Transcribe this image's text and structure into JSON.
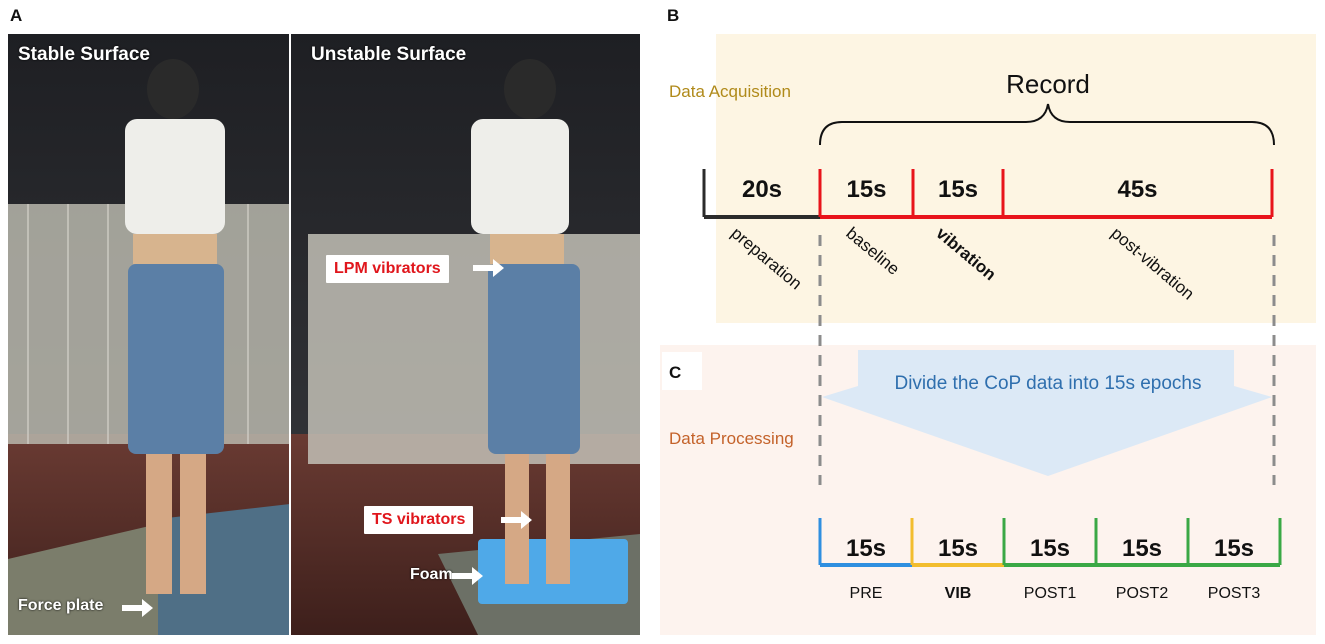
{
  "panels": {
    "a": "A",
    "b": "B",
    "c": "C"
  },
  "photo": {
    "stable_title": "Stable Surface",
    "unstable_title": "Unstable Surface",
    "lpm_label": "LPM vibrators",
    "ts_label": "TS vibrators",
    "foam_label": "Foam",
    "force_plate_label": "Force plate"
  },
  "acquisition": {
    "section_label": "Data Acquisition",
    "record_label": "Record",
    "segments": [
      {
        "duration": "20s",
        "label": "preparation",
        "color": "#2b2b2b"
      },
      {
        "duration": "15s",
        "label": "baseline",
        "color": "#e8141b"
      },
      {
        "duration": "15s",
        "label": "vibration",
        "color": "#e8141b",
        "bold": true
      },
      {
        "duration": "45s",
        "label": "post-vibration",
        "color": "#e8141b"
      }
    ]
  },
  "processing": {
    "section_label": "Data Processing",
    "divide_text": "Divide the CoP data into 15s epochs",
    "epochs": [
      {
        "duration": "15s",
        "label": "PRE",
        "color": "#2f8fe0"
      },
      {
        "duration": "15s",
        "label": "VIB",
        "color": "#f2bd2e",
        "bold": true
      },
      {
        "duration": "15s",
        "label": "POST1",
        "color": "#3aa845"
      },
      {
        "duration": "15s",
        "label": "POST2",
        "color": "#3aa845"
      },
      {
        "duration": "15s",
        "label": "POST3",
        "color": "#3aa845"
      }
    ]
  },
  "colors": {
    "acq_bg": "#fdf5e3",
    "proc_bg": "#fdf3ee",
    "acq_label": "#b08a1a",
    "proc_label": "#c4622a",
    "wedge": "#dce9f6",
    "divide_text": "#2f6fae",
    "dashed": "#8c8c8c"
  }
}
